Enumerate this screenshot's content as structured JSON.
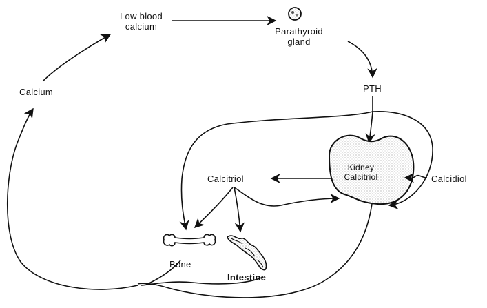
{
  "labels": {
    "low_blood_calcium_line1": "Low blood",
    "low_blood_calcium_line2": "calcium",
    "parathyroid_line1": "Parathyroid",
    "parathyroid_line2": "gland",
    "pth": "PTH",
    "calcium": "Calcium",
    "calcitriol": "Calcitriol",
    "kidney": "Kidney",
    "kidney_calcitriol": "Calcitriol",
    "calcidiol": "Calcidiol",
    "bone": "Bone",
    "intestine": "Intestine"
  },
  "colors": {
    "ink": "#111111",
    "stipple": "#cfcfcf",
    "background": "#ffffff"
  },
  "icons": {
    "gland": "parathyroid-gland-icon",
    "bone": "bone-icon",
    "intestine": "intestine-icon",
    "kidney": "kidney-shape"
  }
}
